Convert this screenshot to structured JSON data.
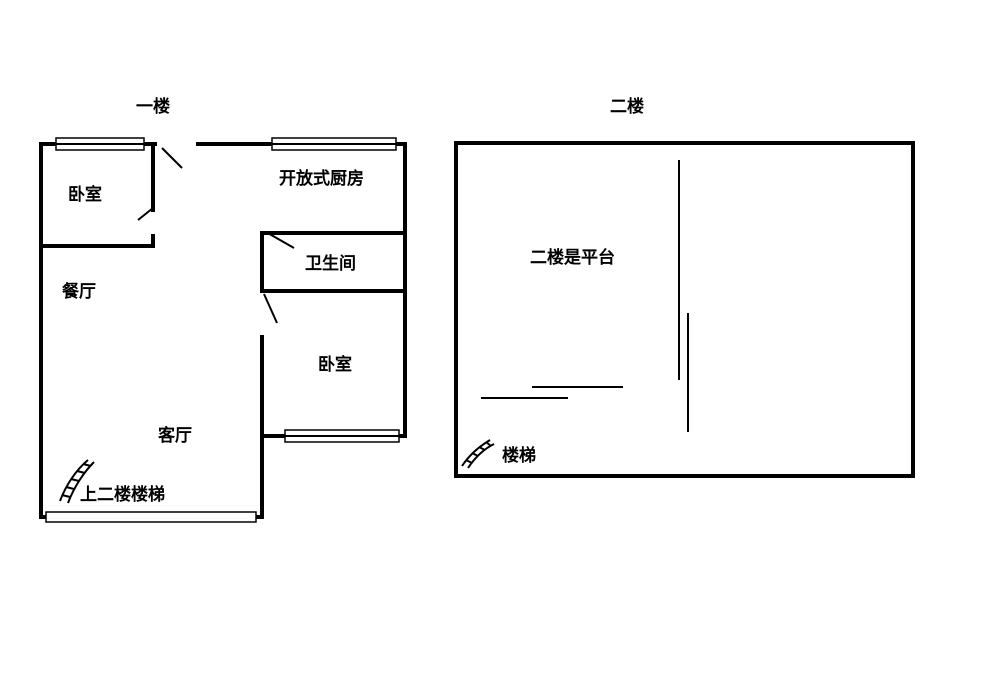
{
  "floor1": {
    "title": "一楼",
    "rooms": {
      "bedroom_left": "卧室",
      "kitchen": "开放式厨房",
      "bathroom": "卫生间",
      "dining": "餐厅",
      "bedroom_right": "卧室",
      "living": "客厅",
      "stairs": "上二楼楼梯"
    }
  },
  "floor2": {
    "title": "二楼",
    "platform": "二楼是平台",
    "stairs": "楼梯"
  }
}
